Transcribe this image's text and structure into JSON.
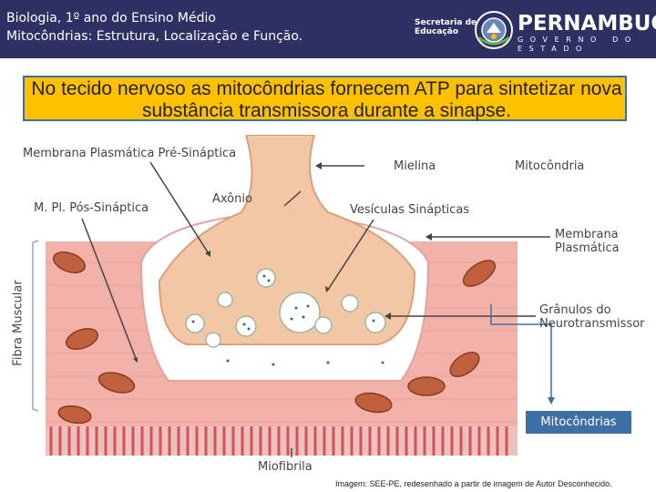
{
  "header": {
    "title_line1": "Biologia, 1º ano do Ensino Médio",
    "title_line2": "Mitocôndrias: Estrutura, Localização e Função.",
    "secretaria_line1": "Secretaria de",
    "secretaria_line2": "Educação",
    "brand_name": "PERNAMBUCO",
    "brand_sub": "GOVERNO DO ESTADO",
    "background_color": "#2e2f62"
  },
  "banner": {
    "text": "No tecido nervoso as mitocôndrias fornecem ATP para sintetizar nova substância transmissora durante a sinapse.",
    "background_color": "#ffc000",
    "border_color": "#3d6fa5"
  },
  "figure": {
    "labels": {
      "pre": "Membrana Plasmática Pré-Sináptica",
      "pos": "M. Pl. Pós-Sináptica",
      "axonio": "Axônio",
      "mielina": "Mielina",
      "mitocondria": "Mitocôndria",
      "vesiculas": "Vesículas Sinápticas",
      "membrana_1": "Membrana",
      "membrana_2": "Plasmática",
      "granulos_1": "Grânulos do",
      "granulos_2": "Neurotransmissor",
      "fibra": "Fibra Muscular",
      "miofibrila": "Miofibrila"
    },
    "colors": {
      "muscle": "#f2b2aa",
      "axon": "#f3c6a5",
      "mitochondria": "#c0603c",
      "myofibril": "#d9505a"
    }
  },
  "callout": {
    "label": "Mitocôndrias",
    "background_color": "#3d6fa5"
  },
  "credit": "Imagem: SEE-PE, redesenhado a partir de imagem de Autor Desconhecido."
}
